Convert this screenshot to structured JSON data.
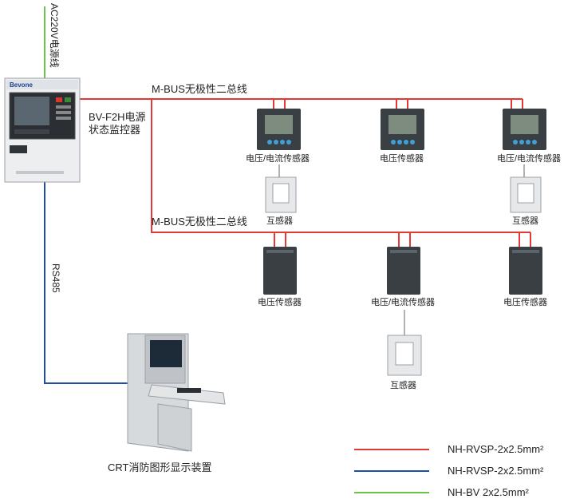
{
  "power_line_label": "AC220V电源线",
  "monitor": {
    "brand": "Bevone",
    "name_line1": "BV-F2H电源",
    "name_line2": "状态监控器"
  },
  "bus_label_top": "M-BUS无极性二总线",
  "bus_label_bottom": "M-BUS无极性二总线",
  "rs485_label": "RS485",
  "row1_sensors": [
    "电压/电流传感器",
    "电压传感器",
    "电压/电流传感器"
  ],
  "row1_ct_labels": [
    "互感器",
    "互感器"
  ],
  "row2_sensors": [
    "电压传感器",
    "电压/电流传感器",
    "电压传感器"
  ],
  "row2_ct_label": "互感器",
  "crt_label": "CRT消防图形显示装置",
  "legend": [
    {
      "label": "NH-RVSP-2x2.5mm²",
      "color": "#e53935"
    },
    {
      "label": "NH-RVSP-2x2.5mm²",
      "color": "#1e4fa8"
    },
    {
      "label": "NH-BV 2x2.5mm²",
      "color": "#6cc24a"
    }
  ],
  "colors": {
    "red": "#e53935",
    "blue": "#1e4fa8",
    "green": "#6cc24a"
  }
}
